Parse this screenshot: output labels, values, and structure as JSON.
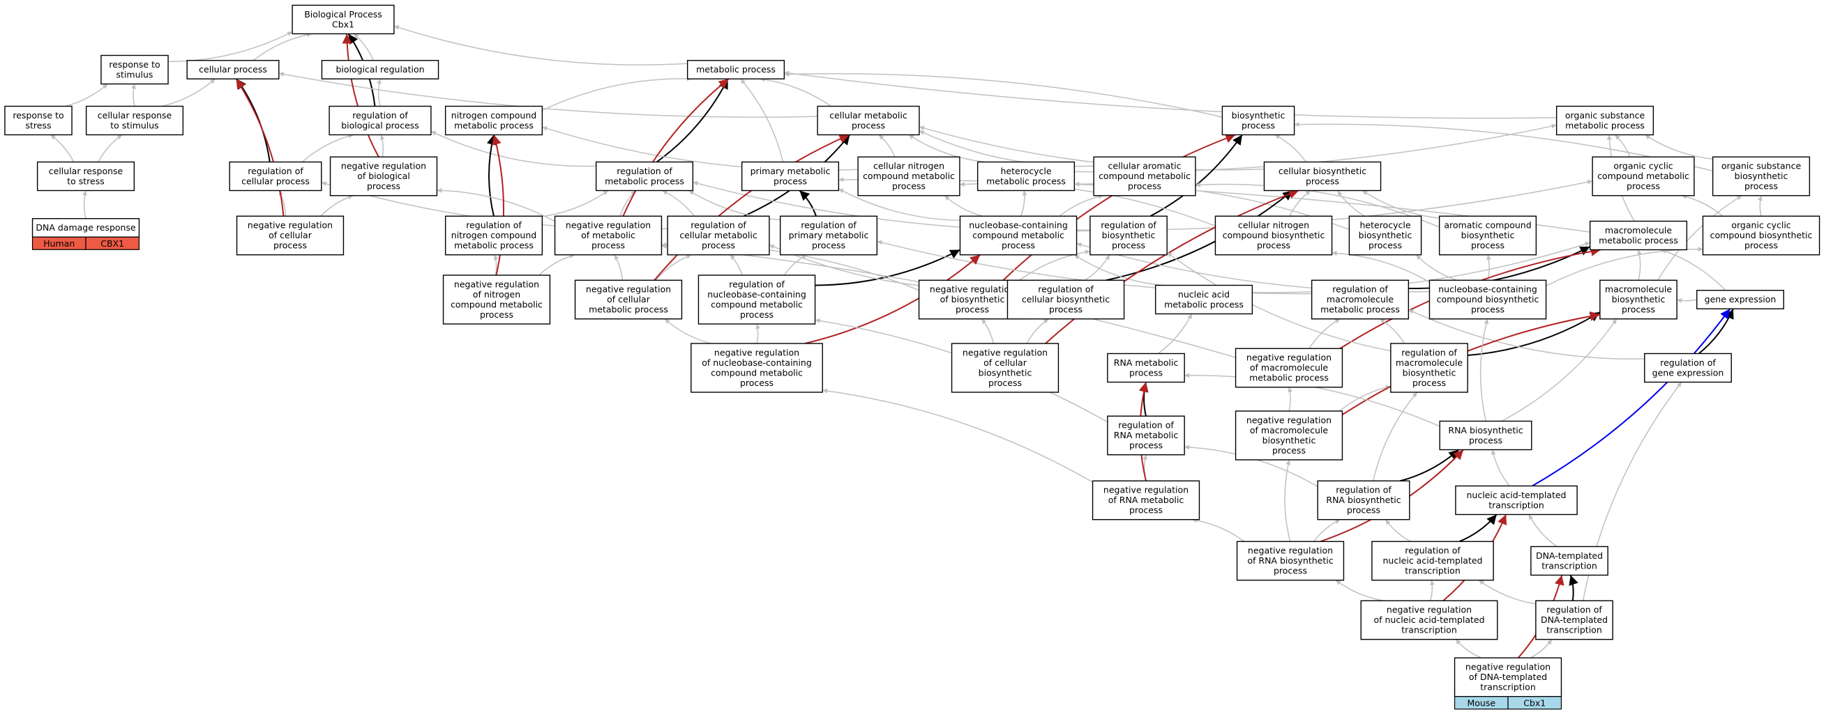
{
  "colors": {
    "is_a": "#c0c0c0",
    "regulates": "#000000",
    "negatively_regulates": "#b22222",
    "positively_regulates": "#0000ee",
    "human_table_fill": "#ee5a44",
    "mouse_table_fill": "#a8d8ea"
  },
  "nodes": [
    {
      "id": "bp",
      "lines": [
        "Biological Process",
        "Cbx1"
      ]
    },
    {
      "id": "rts",
      "lines": [
        "response to",
        "stimulus"
      ]
    },
    {
      "id": "cp",
      "lines": [
        "cellular process"
      ]
    },
    {
      "id": "breg",
      "lines": [
        "biological regulation"
      ]
    },
    {
      "id": "mp",
      "lines": [
        "metabolic process"
      ]
    },
    {
      "id": "rtstress",
      "lines": [
        "response to",
        "stress"
      ]
    },
    {
      "id": "crts",
      "lines": [
        "cellular response",
        "to stimulus"
      ]
    },
    {
      "id": "rbp",
      "lines": [
        "regulation of",
        "biological process"
      ]
    },
    {
      "id": "ncmp",
      "lines": [
        "nitrogen compound",
        "metabolic process"
      ]
    },
    {
      "id": "cmp",
      "lines": [
        "cellular metabolic",
        "process"
      ]
    },
    {
      "id": "biop",
      "lines": [
        "biosynthetic",
        "process"
      ]
    },
    {
      "id": "osmp",
      "lines": [
        "organic substance",
        "metabolic process"
      ]
    },
    {
      "id": "crtstress",
      "lines": [
        "cellular response",
        "to stress"
      ]
    },
    {
      "id": "rcp",
      "lines": [
        "regulation of",
        "cellular process"
      ]
    },
    {
      "id": "nrbp",
      "lines": [
        "negative regulation",
        "of biological",
        "process"
      ]
    },
    {
      "id": "rmp",
      "lines": [
        "regulation of",
        "metabolic process"
      ]
    },
    {
      "id": "pmp",
      "lines": [
        "primary metabolic",
        "process"
      ]
    },
    {
      "id": "cncmp",
      "lines": [
        "cellular nitrogen",
        "compound metabolic",
        "process"
      ]
    },
    {
      "id": "hmp",
      "lines": [
        "heterocycle",
        "metabolic process"
      ]
    },
    {
      "id": "camp",
      "lines": [
        "cellular aromatic",
        "compound metabolic",
        "process"
      ]
    },
    {
      "id": "cbp",
      "lines": [
        "cellular biosynthetic",
        "process"
      ]
    },
    {
      "id": "occmp",
      "lines": [
        "organic cyclic",
        "compound metabolic",
        "process"
      ]
    },
    {
      "id": "osbp",
      "lines": [
        "organic substance",
        "biosynthetic",
        "process"
      ]
    },
    {
      "id": "ddr",
      "lines": [
        "DNA damage response"
      ]
    },
    {
      "id": "nrcp",
      "lines": [
        "negative regulation",
        "of cellular",
        "process"
      ]
    },
    {
      "id": "rncmp",
      "lines": [
        "regulation of",
        "nitrogen compound",
        "metabolic process"
      ]
    },
    {
      "id": "nrmp",
      "lines": [
        "negative regulation",
        "of metabolic",
        "process"
      ]
    },
    {
      "id": "rcmp",
      "lines": [
        "regulation of",
        "cellular metabolic",
        "process"
      ]
    },
    {
      "id": "rpmp",
      "lines": [
        "regulation of",
        "primary metabolic",
        "process"
      ]
    },
    {
      "id": "nbcmp",
      "lines": [
        "nucleobase-containing",
        "compound metabolic",
        "process"
      ]
    },
    {
      "id": "rbiop",
      "lines": [
        "regulation of",
        "biosynthetic",
        "process"
      ]
    },
    {
      "id": "cncbp",
      "lines": [
        "cellular nitrogen",
        "compound biosynthetic",
        "process"
      ]
    },
    {
      "id": "hbp",
      "lines": [
        "heterocycle",
        "biosynthetic",
        "process"
      ]
    },
    {
      "id": "acbp",
      "lines": [
        "aromatic compound",
        "biosynthetic",
        "process"
      ]
    },
    {
      "id": "macmp",
      "lines": [
        "macromolecule",
        "metabolic process"
      ]
    },
    {
      "id": "occbp",
      "lines": [
        "organic cyclic",
        "compound biosynthetic",
        "process"
      ]
    },
    {
      "id": "nrncmp",
      "lines": [
        "negative regulation",
        "of nitrogen",
        "compound metabolic",
        "process"
      ]
    },
    {
      "id": "nrcmp",
      "lines": [
        "negative regulation",
        "of cellular",
        "metabolic process"
      ]
    },
    {
      "id": "rnbcmp",
      "lines": [
        "regulation of",
        "nucleobase-containing",
        "compound metabolic",
        "process"
      ]
    },
    {
      "id": "nrbiop",
      "lines": [
        "negative regulation",
        "of biosynthetic",
        "process"
      ]
    },
    {
      "id": "rcbp",
      "lines": [
        "regulation of",
        "cellular biosynthetic",
        "process"
      ]
    },
    {
      "id": "namp",
      "lines": [
        "nucleic acid",
        "metabolic process"
      ]
    },
    {
      "id": "rmacmp",
      "lines": [
        "regulation of",
        "macromolecule",
        "metabolic process"
      ]
    },
    {
      "id": "nbcbp",
      "lines": [
        "nucleobase-containing",
        "compound biosynthetic",
        "process"
      ]
    },
    {
      "id": "mbp",
      "lines": [
        "macromolecule",
        "biosynthetic",
        "process"
      ]
    },
    {
      "id": "ge",
      "lines": [
        "gene expression"
      ]
    },
    {
      "id": "nrnbcmp",
      "lines": [
        "negative regulation",
        "of nucleobase-containing",
        "compound metabolic",
        "process"
      ]
    },
    {
      "id": "nrcbp",
      "lines": [
        "negative regulation",
        "of cellular",
        "biosynthetic",
        "process"
      ]
    },
    {
      "id": "rnamp",
      "lines": [
        "RNA metabolic",
        "process"
      ]
    },
    {
      "id": "nrmacmp",
      "lines": [
        "negative regulation",
        "of macromolecule",
        "metabolic process"
      ]
    },
    {
      "id": "rmbp",
      "lines": [
        "regulation of",
        "macromolecule",
        "biosynthetic",
        "process"
      ]
    },
    {
      "id": "rge",
      "lines": [
        "regulation of",
        "gene expression"
      ]
    },
    {
      "id": "rrnamp",
      "lines": [
        "regulation of",
        "RNA metabolic",
        "process"
      ]
    },
    {
      "id": "nrmbp",
      "lines": [
        "negative regulation",
        "of macromolecule",
        "biosynthetic",
        "process"
      ]
    },
    {
      "id": "rnabp",
      "lines": [
        "RNA biosynthetic",
        "process"
      ]
    },
    {
      "id": "nrrnamp",
      "lines": [
        "negative regulation",
        "of RNA metabolic",
        "process"
      ]
    },
    {
      "id": "rrnabp",
      "lines": [
        "regulation of",
        "RNA biosynthetic",
        "process"
      ]
    },
    {
      "id": "nat",
      "lines": [
        "nucleic acid-templated",
        "transcription"
      ]
    },
    {
      "id": "nrrnabp",
      "lines": [
        "negative regulation",
        "of RNA biosynthetic",
        "process"
      ]
    },
    {
      "id": "rnat",
      "lines": [
        "regulation of",
        "nucleic acid-templated",
        "transcription"
      ]
    },
    {
      "id": "dt",
      "lines": [
        "DNA-templated",
        "transcription"
      ]
    },
    {
      "id": "nrnat",
      "lines": [
        "negative regulation",
        "of nucleic acid-templated",
        "transcription"
      ]
    },
    {
      "id": "rdt",
      "lines": [
        "regulation of",
        "DNA-templated",
        "transcription"
      ]
    },
    {
      "id": "nrdt",
      "lines": [
        "negative regulation",
        "of DNA-templated",
        "transcription"
      ]
    }
  ],
  "edges": [
    [
      "rts",
      "bp",
      "is_a"
    ],
    [
      "cp",
      "bp",
      "is_a"
    ],
    [
      "breg",
      "bp",
      "is_a"
    ],
    [
      "mp",
      "bp",
      "is_a"
    ],
    [
      "rtstress",
      "rts",
      "is_a"
    ],
    [
      "crts",
      "rts",
      "is_a"
    ],
    [
      "crts",
      "cp",
      "is_a"
    ],
    [
      "rbp",
      "breg",
      "is_a"
    ],
    [
      "rbp",
      "bp",
      "regulates"
    ],
    [
      "ncmp",
      "mp",
      "is_a"
    ],
    [
      "cmp",
      "mp",
      "is_a"
    ],
    [
      "cmp",
      "cp",
      "is_a"
    ],
    [
      "biop",
      "mp",
      "is_a"
    ],
    [
      "osmp",
      "mp",
      "is_a"
    ],
    [
      "crtstress",
      "rtstress",
      "is_a"
    ],
    [
      "crtstress",
      "crts",
      "is_a"
    ],
    [
      "rcp",
      "cp",
      "regulates"
    ],
    [
      "rcp",
      "rbp",
      "is_a"
    ],
    [
      "nrbp",
      "rbp",
      "is_a"
    ],
    [
      "nrbp",
      "bp",
      "negatively_regulates"
    ],
    [
      "rmp",
      "mp",
      "regulates"
    ],
    [
      "rmp",
      "rbp",
      "is_a"
    ],
    [
      "pmp",
      "mp",
      "is_a"
    ],
    [
      "cncmp",
      "ncmp",
      "is_a"
    ],
    [
      "cncmp",
      "cmp",
      "is_a"
    ],
    [
      "hmp",
      "cmp",
      "is_a"
    ],
    [
      "hmp",
      "osmp",
      "is_a"
    ],
    [
      "camp",
      "cmp",
      "is_a"
    ],
    [
      "cbp",
      "biop",
      "is_a"
    ],
    [
      "cbp",
      "cmp",
      "is_a"
    ],
    [
      "occmp",
      "osmp",
      "is_a"
    ],
    [
      "osbp",
      "osmp",
      "is_a"
    ],
    [
      "osbp",
      "biop",
      "is_a"
    ],
    [
      "ddr",
      "crtstress",
      "is_a"
    ],
    [
      "nrcp",
      "rcp",
      "is_a"
    ],
    [
      "nrcp",
      "nrbp",
      "is_a"
    ],
    [
      "nrcp",
      "cp",
      "negatively_regulates"
    ],
    [
      "rncmp",
      "ncmp",
      "regulates"
    ],
    [
      "rncmp",
      "rmp",
      "is_a"
    ],
    [
      "nrmp",
      "rmp",
      "is_a"
    ],
    [
      "nrmp",
      "nrbp",
      "is_a"
    ],
    [
      "nrmp",
      "mp",
      "negatively_regulates"
    ],
    [
      "rcmp",
      "rmp",
      "is_a"
    ],
    [
      "rcmp",
      "rcp",
      "is_a"
    ],
    [
      "rcmp",
      "cmp",
      "regulates"
    ],
    [
      "rpmp",
      "rmp",
      "is_a"
    ],
    [
      "rpmp",
      "pmp",
      "regulates"
    ],
    [
      "nbcmp",
      "cncmp",
      "is_a"
    ],
    [
      "nbcmp",
      "hmp",
      "is_a"
    ],
    [
      "nbcmp",
      "camp",
      "is_a"
    ],
    [
      "nbcmp",
      "occmp",
      "is_a"
    ],
    [
      "nbcmp",
      "pmp",
      "is_a"
    ],
    [
      "rbiop",
      "biop",
      "regulates"
    ],
    [
      "rbiop",
      "rmp",
      "is_a"
    ],
    [
      "cncbp",
      "cncmp",
      "is_a"
    ],
    [
      "cncbp",
      "cbp",
      "is_a"
    ],
    [
      "hbp",
      "hmp",
      "is_a"
    ],
    [
      "hbp",
      "cbp",
      "is_a"
    ],
    [
      "acbp",
      "camp",
      "is_a"
    ],
    [
      "acbp",
      "cbp",
      "is_a"
    ],
    [
      "macmp",
      "pmp",
      "is_a"
    ],
    [
      "macmp",
      "osmp",
      "is_a"
    ],
    [
      "occbp",
      "occmp",
      "is_a"
    ],
    [
      "occbp",
      "osbp",
      "is_a"
    ],
    [
      "nrncmp",
      "rncmp",
      "is_a"
    ],
    [
      "nrncmp",
      "nrmp",
      "is_a"
    ],
    [
      "nrncmp",
      "ncmp",
      "negatively_regulates"
    ],
    [
      "nrcmp",
      "rcmp",
      "is_a"
    ],
    [
      "nrcmp",
      "nrmp",
      "is_a"
    ],
    [
      "nrcmp",
      "cmp",
      "negatively_regulates"
    ],
    [
      "rnbcmp",
      "rcmp",
      "is_a"
    ],
    [
      "rnbcmp",
      "rpmp",
      "is_a"
    ],
    [
      "rnbcmp",
      "nbcmp",
      "regulates"
    ],
    [
      "nrbiop",
      "rbiop",
      "is_a"
    ],
    [
      "nrbiop",
      "nrmp",
      "is_a"
    ],
    [
      "nrbiop",
      "biop",
      "negatively_regulates"
    ],
    [
      "rcbp",
      "rbiop",
      "is_a"
    ],
    [
      "rcbp",
      "rcmp",
      "is_a"
    ],
    [
      "rcbp",
      "cbp",
      "regulates"
    ],
    [
      "namp",
      "nbcmp",
      "is_a"
    ],
    [
      "namp",
      "macmp",
      "is_a"
    ],
    [
      "rmacmp",
      "rpmp",
      "is_a"
    ],
    [
      "rmacmp",
      "macmp",
      "regulates"
    ],
    [
      "nbcbp",
      "nbcmp",
      "is_a"
    ],
    [
      "nbcbp",
      "cncbp",
      "is_a"
    ],
    [
      "nbcbp",
      "hbp",
      "is_a"
    ],
    [
      "nbcbp",
      "acbp",
      "is_a"
    ],
    [
      "nbcbp",
      "occbp",
      "is_a"
    ],
    [
      "mbp",
      "macmp",
      "is_a"
    ],
    [
      "mbp",
      "osbp",
      "is_a"
    ],
    [
      "ge",
      "macmp",
      "is_a"
    ],
    [
      "ge",
      "mbp",
      "is_a"
    ],
    [
      "nrnbcmp",
      "rnbcmp",
      "is_a"
    ],
    [
      "nrnbcmp",
      "nrcmp",
      "is_a"
    ],
    [
      "nrnbcmp",
      "nbcmp",
      "negatively_regulates"
    ],
    [
      "nrcbp",
      "rcbp",
      "is_a"
    ],
    [
      "nrcbp",
      "nrbiop",
      "is_a"
    ],
    [
      "nrcbp",
      "cbp",
      "negatively_regulates"
    ],
    [
      "rnamp",
      "namp",
      "is_a"
    ],
    [
      "nrmacmp",
      "rmacmp",
      "is_a"
    ],
    [
      "nrmacmp",
      "nrmp",
      "is_a"
    ],
    [
      "nrmacmp",
      "macmp",
      "negatively_regulates"
    ],
    [
      "rmbp",
      "rmacmp",
      "is_a"
    ],
    [
      "rmbp",
      "rbiop",
      "is_a"
    ],
    [
      "rmbp",
      "mbp",
      "regulates"
    ],
    [
      "rge",
      "rmacmp",
      "is_a"
    ],
    [
      "rge",
      "ge",
      "regulates"
    ],
    [
      "rrnamp",
      "rnamp",
      "regulates"
    ],
    [
      "rrnamp",
      "rnbcmp",
      "is_a"
    ],
    [
      "nrmbp",
      "rmbp",
      "is_a"
    ],
    [
      "nrmbp",
      "nrmacmp",
      "is_a"
    ],
    [
      "nrmbp",
      "mbp",
      "negatively_regulates"
    ],
    [
      "rnabp",
      "rnamp",
      "is_a"
    ],
    [
      "rnabp",
      "nbcbp",
      "is_a"
    ],
    [
      "rnabp",
      "mbp",
      "is_a"
    ],
    [
      "nrrnamp",
      "rrnamp",
      "is_a"
    ],
    [
      "nrrnamp",
      "nrnbcmp",
      "is_a"
    ],
    [
      "nrrnamp",
      "rnamp",
      "negatively_regulates"
    ],
    [
      "rrnabp",
      "rrnamp",
      "is_a"
    ],
    [
      "rrnabp",
      "rmbp",
      "is_a"
    ],
    [
      "rrnabp",
      "rnabp",
      "regulates"
    ],
    [
      "nat",
      "rnabp",
      "is_a"
    ],
    [
      "nat",
      "ge",
      "positively_regulates"
    ],
    [
      "nrrnabp",
      "rrnabp",
      "is_a"
    ],
    [
      "nrrnabp",
      "nrrnamp",
      "is_a"
    ],
    [
      "nrrnabp",
      "nrmbp",
      "is_a"
    ],
    [
      "nrrnabp",
      "rnabp",
      "negatively_regulates"
    ],
    [
      "rnat",
      "rrnabp",
      "is_a"
    ],
    [
      "rnat",
      "nat",
      "regulates"
    ],
    [
      "dt",
      "nat",
      "is_a"
    ],
    [
      "nrnat",
      "rnat",
      "is_a"
    ],
    [
      "nrnat",
      "nrrnabp",
      "is_a"
    ],
    [
      "nrnat",
      "nat",
      "negatively_regulates"
    ],
    [
      "rdt",
      "rnat",
      "is_a"
    ],
    [
      "rdt",
      "dt",
      "regulates"
    ],
    [
      "rdt",
      "rge",
      "is_a"
    ],
    [
      "nrdt",
      "rdt",
      "is_a"
    ],
    [
      "nrdt",
      "nrnat",
      "is_a"
    ],
    [
      "nrdt",
      "dt",
      "negatively_regulates"
    ]
  ],
  "term_tables": [
    {
      "node": "ddr",
      "left": "Human",
      "right": "CBX1",
      "fill": "#ee5a44"
    },
    {
      "node": "nrdt",
      "left": "Mouse",
      "right": "Cbx1",
      "fill": "#a8d8ea"
    }
  ]
}
